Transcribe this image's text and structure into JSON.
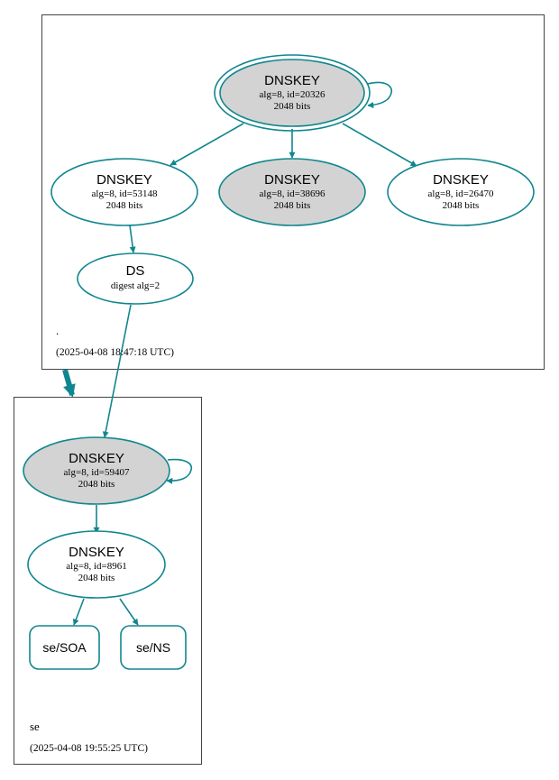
{
  "colors": {
    "edge": "#10868f",
    "node_fill_highlight": "#d3d3d3",
    "node_fill": "#ffffff",
    "border": "#444444"
  },
  "zones": {
    "root": {
      "label": ".",
      "timestamp": "(2025-04-08 18:47:18 UTC)"
    },
    "se": {
      "label": "se",
      "timestamp": "(2025-04-08 19:55:25 UTC)"
    }
  },
  "nodes": {
    "root_ksk": {
      "title": "DNSKEY",
      "line1": "alg=8, id=20326",
      "line2": "2048 bits"
    },
    "root_zsk1": {
      "title": "DNSKEY",
      "line1": "alg=8, id=53148",
      "line2": "2048 bits"
    },
    "root_zsk2": {
      "title": "DNSKEY",
      "line1": "alg=8, id=38696",
      "line2": "2048 bits"
    },
    "root_zsk3": {
      "title": "DNSKEY",
      "line1": "alg=8, id=26470",
      "line2": "2048 bits"
    },
    "ds": {
      "title": "DS",
      "line1": "digest alg=2"
    },
    "se_ksk": {
      "title": "DNSKEY",
      "line1": "alg=8, id=59407",
      "line2": "2048 bits"
    },
    "se_zsk": {
      "title": "DNSKEY",
      "line1": "alg=8, id=8961",
      "line2": "2048 bits"
    },
    "se_soa": {
      "label": "se/SOA"
    },
    "se_ns": {
      "label": "se/NS"
    }
  }
}
